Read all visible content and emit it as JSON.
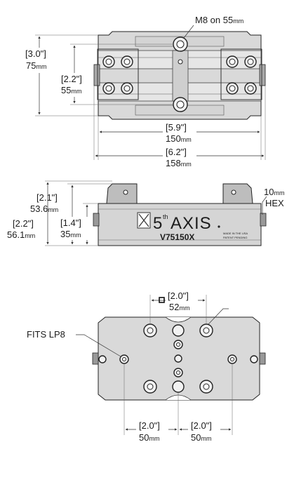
{
  "top_view": {
    "callout_m8": "M8 on 55",
    "callout_m8_unit": "mm",
    "dim_height_in": "[3.0\"]",
    "dim_height_mm": "75",
    "dim_height_mm_unit": "mm",
    "dim_inner_in": "[2.2\"]",
    "dim_inner_mm": "55",
    "dim_inner_mm_unit": "mm",
    "dim_width_in": "[5.9\"]",
    "dim_width_mm": "150",
    "dim_width_mm_unit": "mm",
    "dim_overall_in": "[6.2\"]",
    "dim_overall_mm": "158",
    "dim_overall_mm_unit": "mm"
  },
  "side_view": {
    "dim_jaw_in": "[2.1\"]",
    "dim_jaw_mm": "53.6",
    "dim_jaw_mm_unit": "mm",
    "dim_total_in": "[2.2\"]",
    "dim_total_mm": "56.1",
    "dim_total_mm_unit": "mm",
    "dim_body_in": "[1.4\"]",
    "dim_body_mm": "35",
    "dim_body_mm_unit": "mm",
    "hex_size": "10",
    "hex_size_unit": "mm",
    "hex_label": "HEX",
    "logo_brand": "5",
    "logo_superscript": "th",
    "logo_word": "AXIS",
    "model": "V75150X",
    "plate_line1": "MADE IN THE USA",
    "plate_line2": "PATENT PENDING"
  },
  "bottom_view": {
    "dim_pin_in": "[2.0\"]",
    "dim_pin_mm": "52",
    "dim_pin_mm_unit": "mm",
    "fits_label": "FITS LP8",
    "dim_left_in": "[2.0\"]",
    "dim_left_mm": "50",
    "dim_left_mm_unit": "mm",
    "dim_right_in": "[2.0\"]",
    "dim_right_mm": "50",
    "dim_right_mm_unit": "mm"
  }
}
